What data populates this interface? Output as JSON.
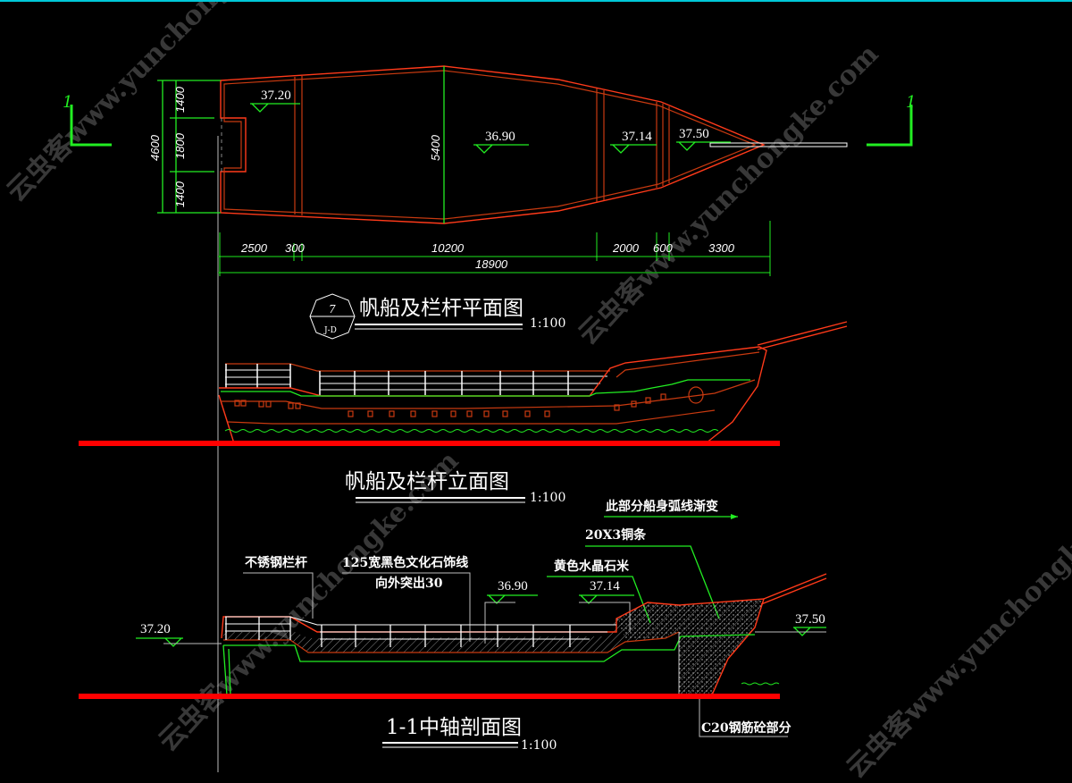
{
  "watermark": "云虫客www.yunchongke.com",
  "section_marker": "1",
  "plan": {
    "title": "帆船及栏杆平面图",
    "scale": "1:100",
    "detail_symbol_top": "7",
    "detail_symbol_bottom": "J-D",
    "levels": [
      "37.20",
      "36.90",
      "37.14",
      "37.50"
    ],
    "width_dims": {
      "total": "4600",
      "parts": [
        "1400",
        "1800",
        "1400"
      ],
      "mid": "5400"
    },
    "length_dims": {
      "parts": [
        "2500",
        "300",
        "10200",
        "2000",
        "600",
        "3300"
      ],
      "total": "18900"
    }
  },
  "elevation": {
    "title": "帆船及栏杆立面图",
    "scale": "1:100"
  },
  "section": {
    "title": "1-1中轴剖面图",
    "scale": "1:100",
    "notes": {
      "gradient": "此部分船身弧线渐变",
      "copper": "20X3铜条",
      "crystal": "黄色水晶石米",
      "railing": "不锈钢栏杆",
      "stone_line": "125宽黑色文化石饰线",
      "stone_line_2": "向外突出30",
      "concrete": "C20钢筋砼部分"
    },
    "levels": {
      "l3720": "37.20",
      "l3690": "36.90",
      "l3714": "37.14",
      "l3750": "37.50"
    }
  },
  "colors": {
    "hull": "#ff3a1a",
    "dim": "#22ee22",
    "ground": "#ff0000",
    "frame": "#00c8d8"
  }
}
